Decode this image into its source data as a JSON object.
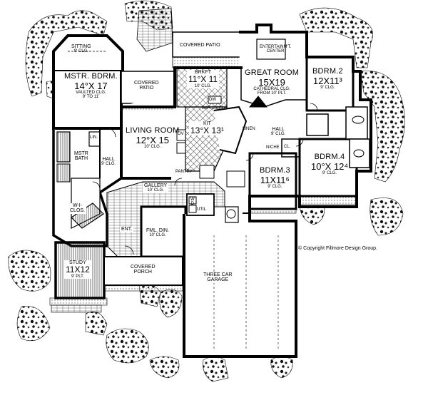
{
  "rooms": {
    "sitting": {
      "name": "SITTING",
      "ceiling": "9' CLG."
    },
    "master_bedroom": {
      "name": "MSTR. BDRM.",
      "dims": "14°X 17",
      "ceiling": "VAULTED CLG.",
      "ceiling_note": "9' TO 11'"
    },
    "master_patio": {
      "name": "COVERED",
      "name2": "PATIO"
    },
    "covered_patio": {
      "name": "COVERED PATIO"
    },
    "breakfast": {
      "name": "BRKFT",
      "dims": "11°X 11",
      "ceiling": "10' CLG."
    },
    "great_room": {
      "name": "GREAT ROOM",
      "dims": "15X19",
      "ceiling": "CATHEDRAL CLG.",
      "ceiling_note": "FROM 10' PLT."
    },
    "entertainment": {
      "name": "ENTERTAINM'T.",
      "name2": "CENTER"
    },
    "bedroom2": {
      "name": "BDRM.2",
      "dims": "12X11³",
      "ceiling": "9' CLG."
    },
    "living_room": {
      "name": "LIVING ROOM",
      "dims": "12°X 15",
      "ceiling": "10' CLG."
    },
    "kitchen": {
      "name": "KIT",
      "dims": "13°X 13¹"
    },
    "bar": {
      "name": "BAR 1/2'CLG."
    },
    "dw": {
      "name": "DW"
    },
    "ov": {
      "name": "OV"
    },
    "pantry": {
      "name": "PANTRY"
    },
    "linen": {
      "name": "LINEN"
    },
    "hall_right": {
      "name": "HALL",
      "ceiling": "9' CLG."
    },
    "niche": {
      "name": "NICHE"
    },
    "cl": {
      "name": "CL."
    },
    "bedroom4": {
      "name": "BDRM.4",
      "dims": "10°X 12⁴",
      "ceiling": "9' CLG."
    },
    "bedroom3": {
      "name": "BDRM.3",
      "dims": "11X11⁶",
      "ceiling": "9' CLG."
    },
    "hall_left": {
      "name": "HALL",
      "ceiling": "9' CLG."
    },
    "master_bath": {
      "name": "MSTR",
      "name2": "BATH"
    },
    "lin": {
      "name": "LIN."
    },
    "walkin_closet": {
      "name": "W-I-",
      "name2": "CLOS."
    },
    "gallery": {
      "name": "GALLERY",
      "ceiling": "10' CLG."
    },
    "formal_dining": {
      "name": "FML. DIN.",
      "ceiling": "10' CLG."
    },
    "entry": {
      "name": "ENT."
    },
    "study": {
      "name": "STUDY",
      "dims": "11X12",
      "ceiling": "9' PLT."
    },
    "covered_porch": {
      "name": "COVERED",
      "name2": "PORCH"
    },
    "garage": {
      "name": "THREE CAR",
      "name2": "GARAGE"
    },
    "utility": {
      "name": "UTIL"
    },
    "wd": {
      "name": "W",
      "name2": "D"
    }
  },
  "copyright": "© Copyright Fillmore Design Group."
}
